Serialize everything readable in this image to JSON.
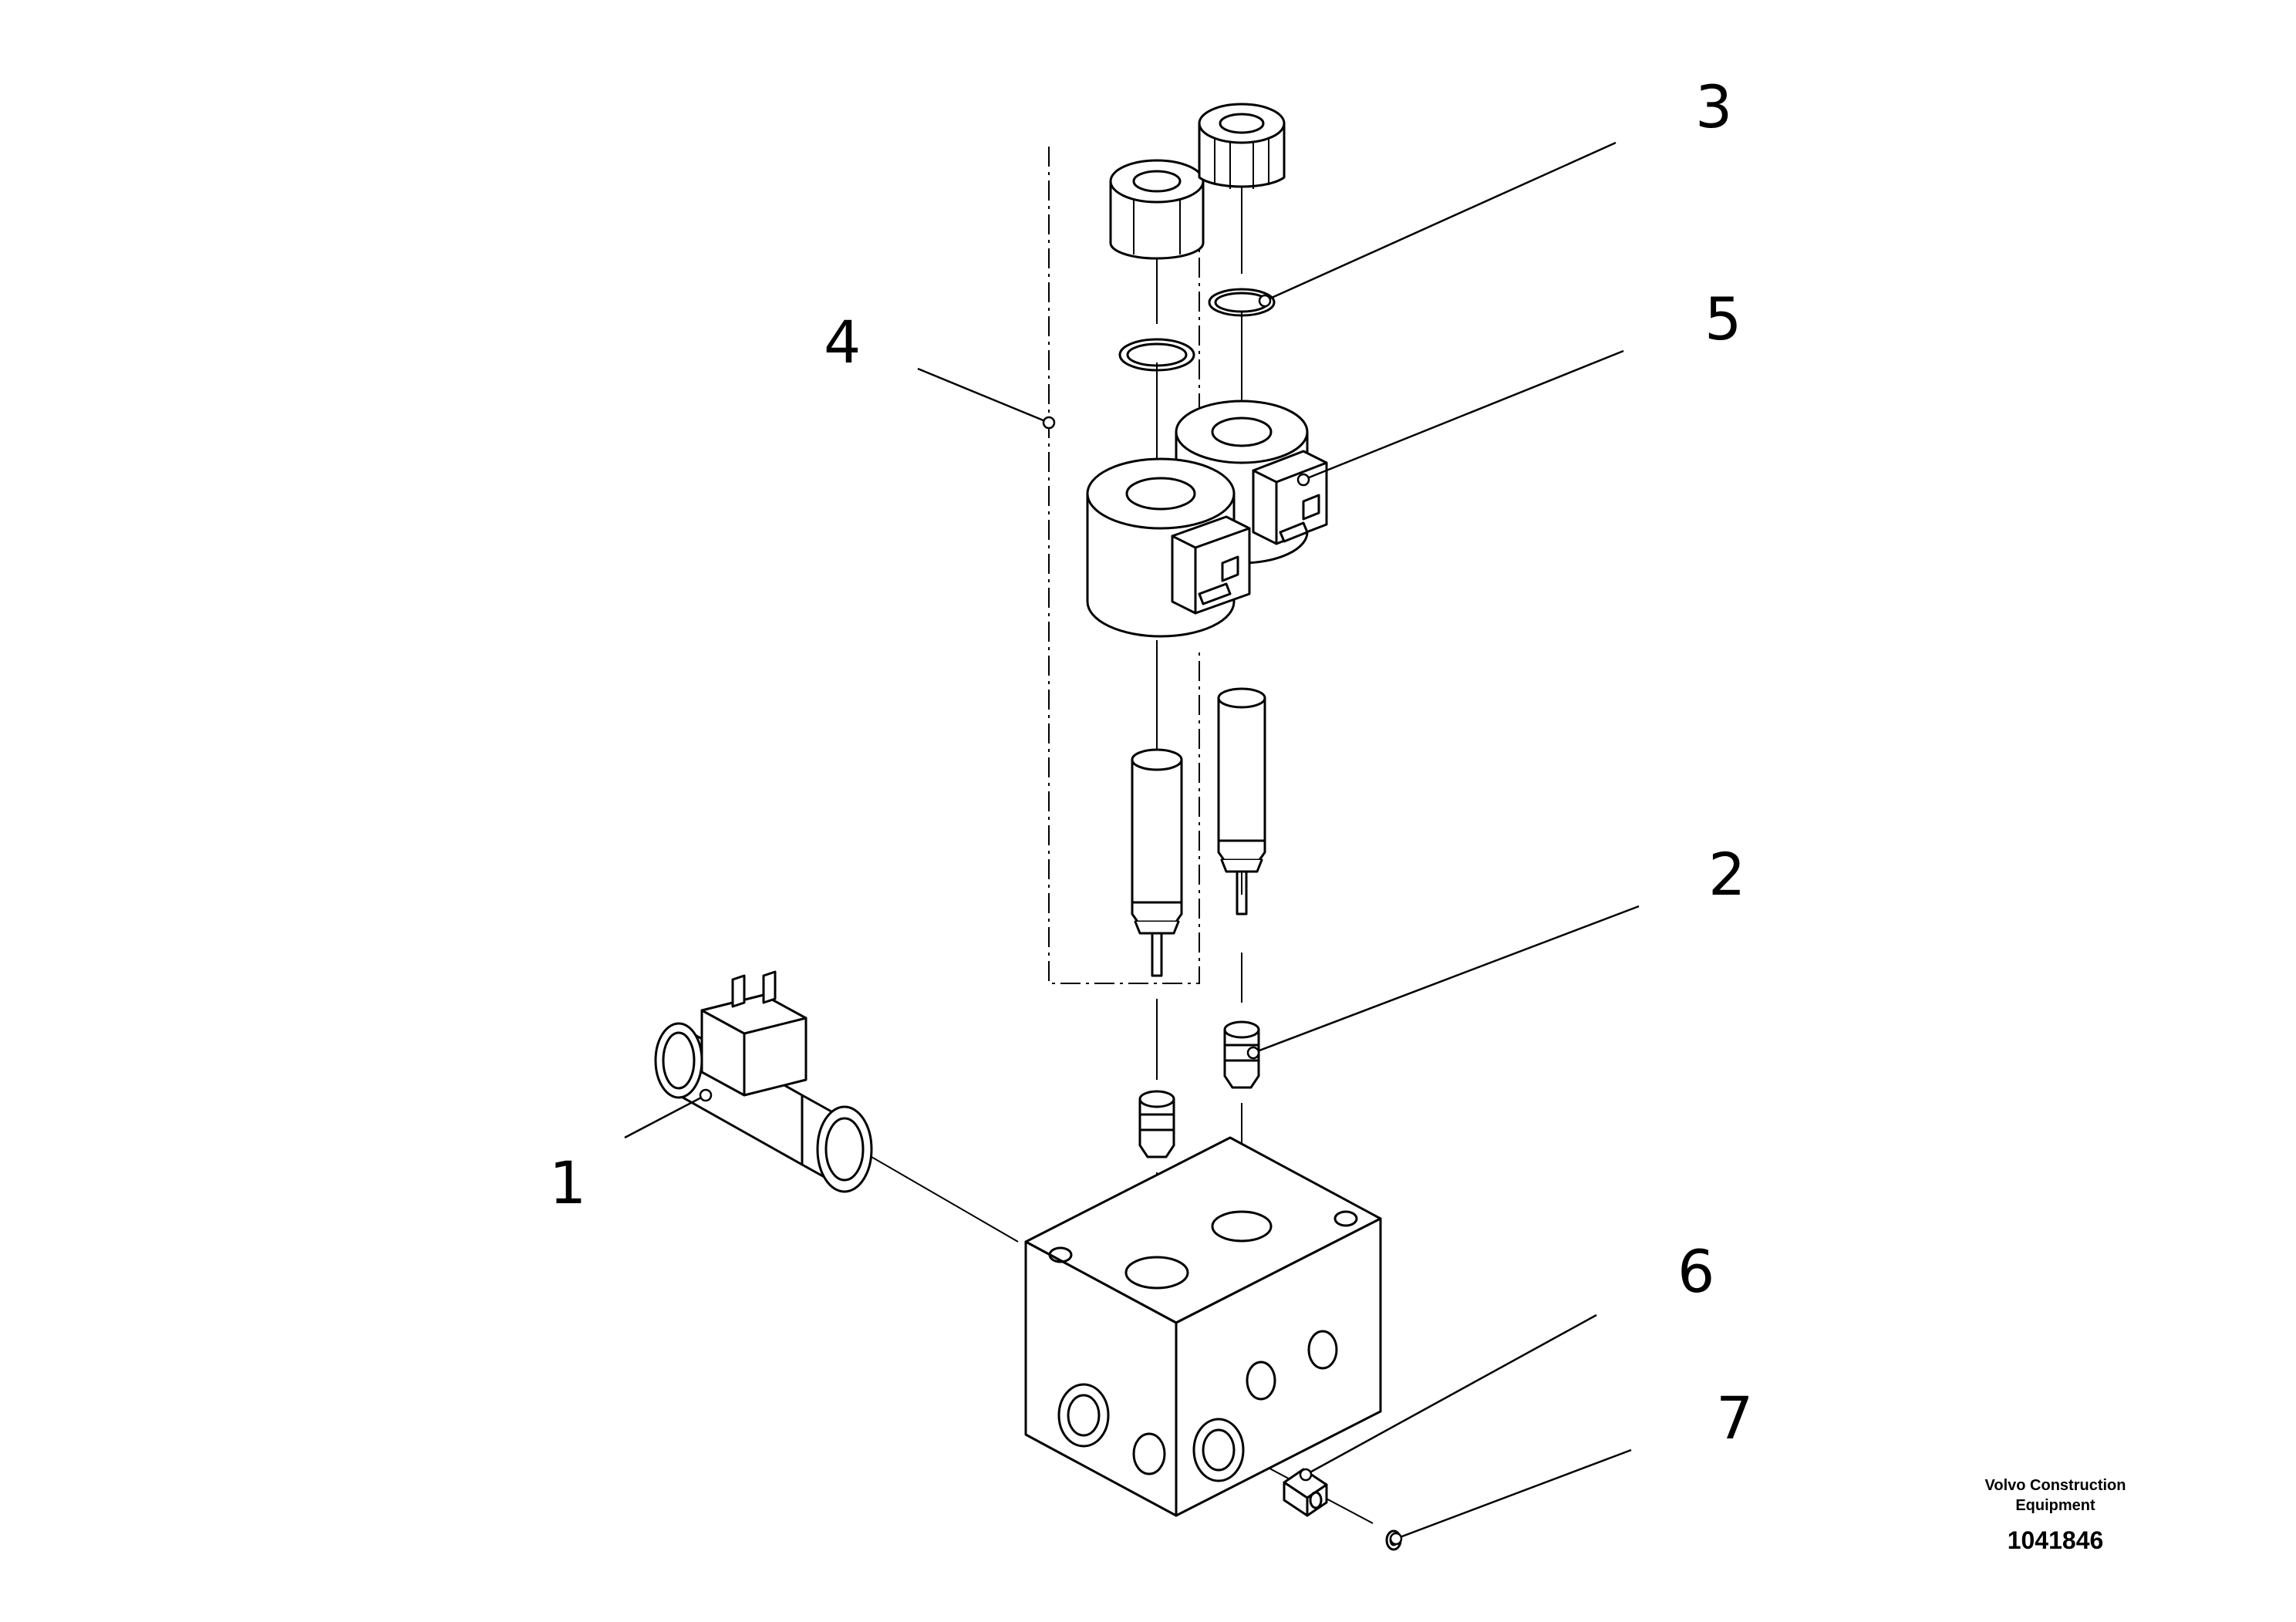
{
  "callouts": [
    {
      "number": "1",
      "part": "solenoid-valve"
    },
    {
      "number": "2",
      "part": "check-valve"
    },
    {
      "number": "3",
      "part": "o-ring"
    },
    {
      "number": "4",
      "part": "solenoid-kit"
    },
    {
      "number": "5",
      "part": "solenoid-coil"
    },
    {
      "number": "6",
      "part": "plug"
    },
    {
      "number": "7",
      "part": "seal-ring"
    }
  ],
  "footer": {
    "brand_line1": "Volvo Construction",
    "brand_line2": "Equipment",
    "drawing_number": "1041846"
  }
}
